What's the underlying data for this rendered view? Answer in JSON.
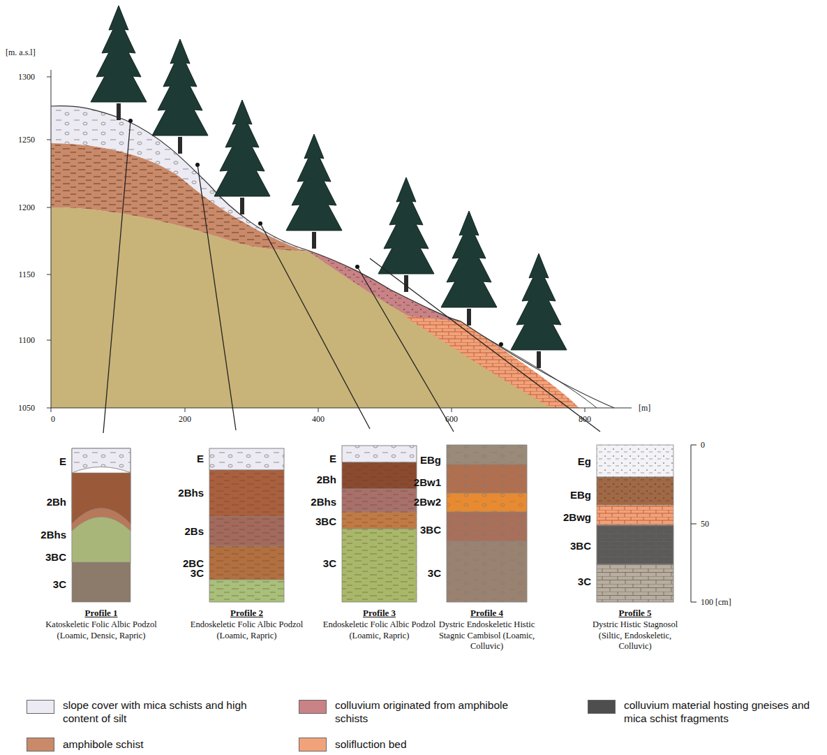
{
  "diagram": {
    "nodes": [
      {
        "text": [
          "E",
          "2Bh",
          "2Bhs",
          "3BC",
          "3C",
          "Profile 1",
          "Katoskeletic Folic Albic Podzol (Loamic, Densic, Rapric)"
        ]
      },
      {
        "text": [
          "E",
          "2Bhs",
          "2Bs",
          "2BC",
          "3C",
          "Profile 2",
          "Endoskeletic Folic Albic Podzol (Loamic, Rapric)"
        ]
      },
      {
        "text": [
          "E",
          "2Bh",
          "2Bhs",
          "3BC",
          "3C",
          "Profile 3",
          "Endoskeletic Folic Albic Podzol (Loamic, Rapric)"
        ]
      },
      {
        "text": [
          "EBg",
          "2Bw1",
          "2Bw2",
          "3BC",
          "3C",
          "Profile 4",
          "Dystric Endoskeletic Histic Stagnic Cambisol (Loamic, Colluvic)"
        ]
      },
      {
        "text": [
          "Eg",
          "EBg",
          "2Bwg",
          "3BC",
          "3C",
          "Profile 5",
          "Dystric Histic Stagnosol (Siltic, Endoskeletic, Colluvic)"
        ]
      }
    ],
    "labels": [
      "[m. a.s.l]",
      "1300",
      "1250",
      "1200",
      "1150",
      "1100",
      "1050",
      "0",
      "200",
      "400",
      "600",
      "800",
      "[m]",
      "0",
      "50",
      "100 [cm]"
    ],
    "legend": [
      {
        "text": "slope cover with mica schists and high content of silt",
        "color": "#eceaf2"
      },
      {
        "text": "colluvium originated from amphibole schists",
        "color": "#c98285"
      },
      {
        "text": "colluvium material hosting gneises and mica schist fragments",
        "color": "#4e4e4e"
      },
      {
        "text": "amphibole schist",
        "color": "#c98a6a"
      },
      {
        "text": "solifluction bed",
        "color": "#f2a27a"
      }
    ]
  }
}
